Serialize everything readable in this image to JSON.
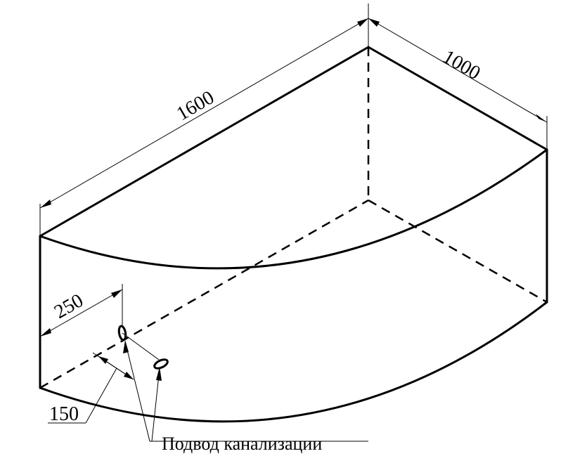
{
  "dimensions": {
    "length": "1600",
    "width": "1000",
    "drain_height": "250",
    "drain_spacing": "150"
  },
  "callout": {
    "label": "Подвод канализации"
  }
}
